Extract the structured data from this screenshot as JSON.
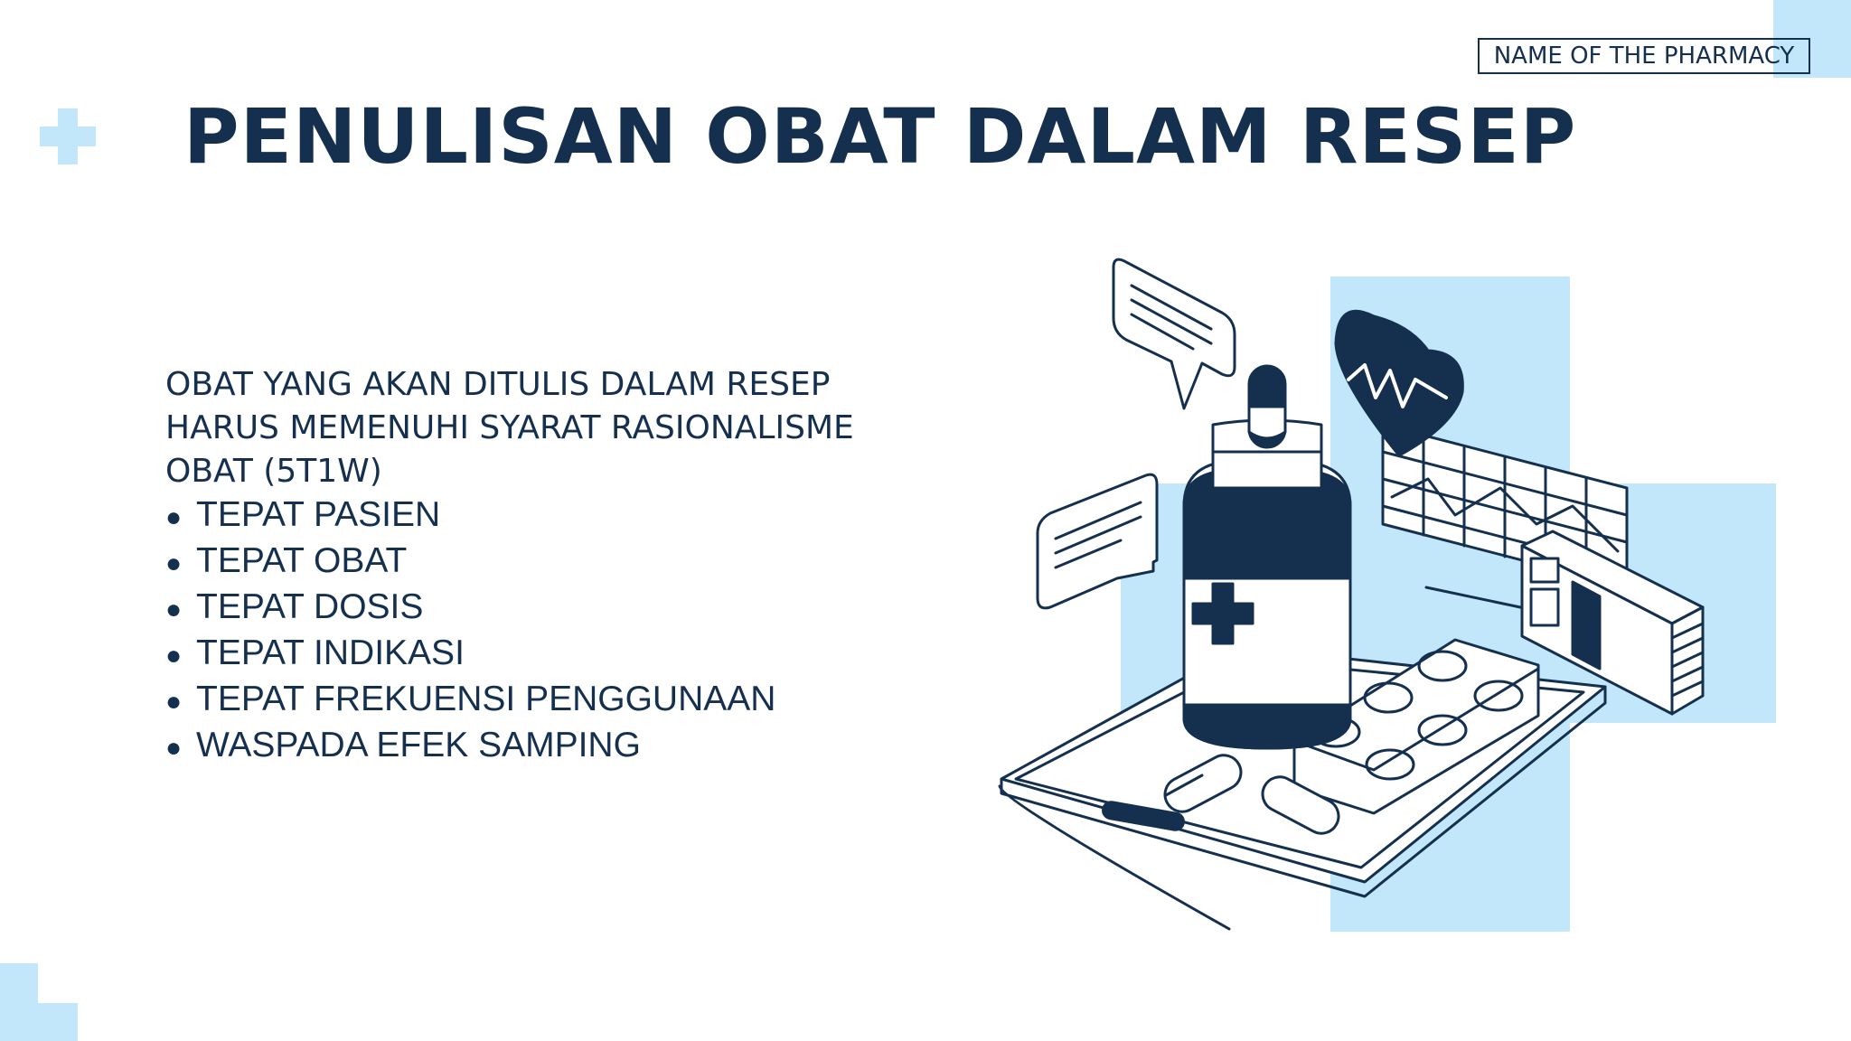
{
  "slide": {
    "title": "PENULISAN OBAT DALAM RESEP",
    "pharmacy_label": "NAME OF THE PHARMACY",
    "intro_lines": [
      "OBAT YANG AKAN DITULIS DALAM RESEP",
      "HARUS MEMENUHI SYARAT RASIONALISME",
      "OBAT (5T1W)"
    ],
    "bullets": [
      "TEPAT PASIEN",
      "TEPAT OBAT",
      "TEPAT DOSIS",
      "TEPAT INDIKASI",
      "TEPAT FREKUENSI PENGGUNAAN",
      "WASPADA EFEK SAMPING"
    ],
    "bullet_glyph": "●"
  },
  "colors": {
    "navy": "#15304f",
    "light_blue": "#c2e7fa",
    "background": "#ffffff"
  },
  "icons": [
    "plus-icon",
    "medicine-bottle-icon",
    "chat-bubble-icon",
    "heart-icon",
    "pill-blister-icon",
    "capsule-icon",
    "phone-icon",
    "chart-icon",
    "medicine-box-icon"
  ]
}
